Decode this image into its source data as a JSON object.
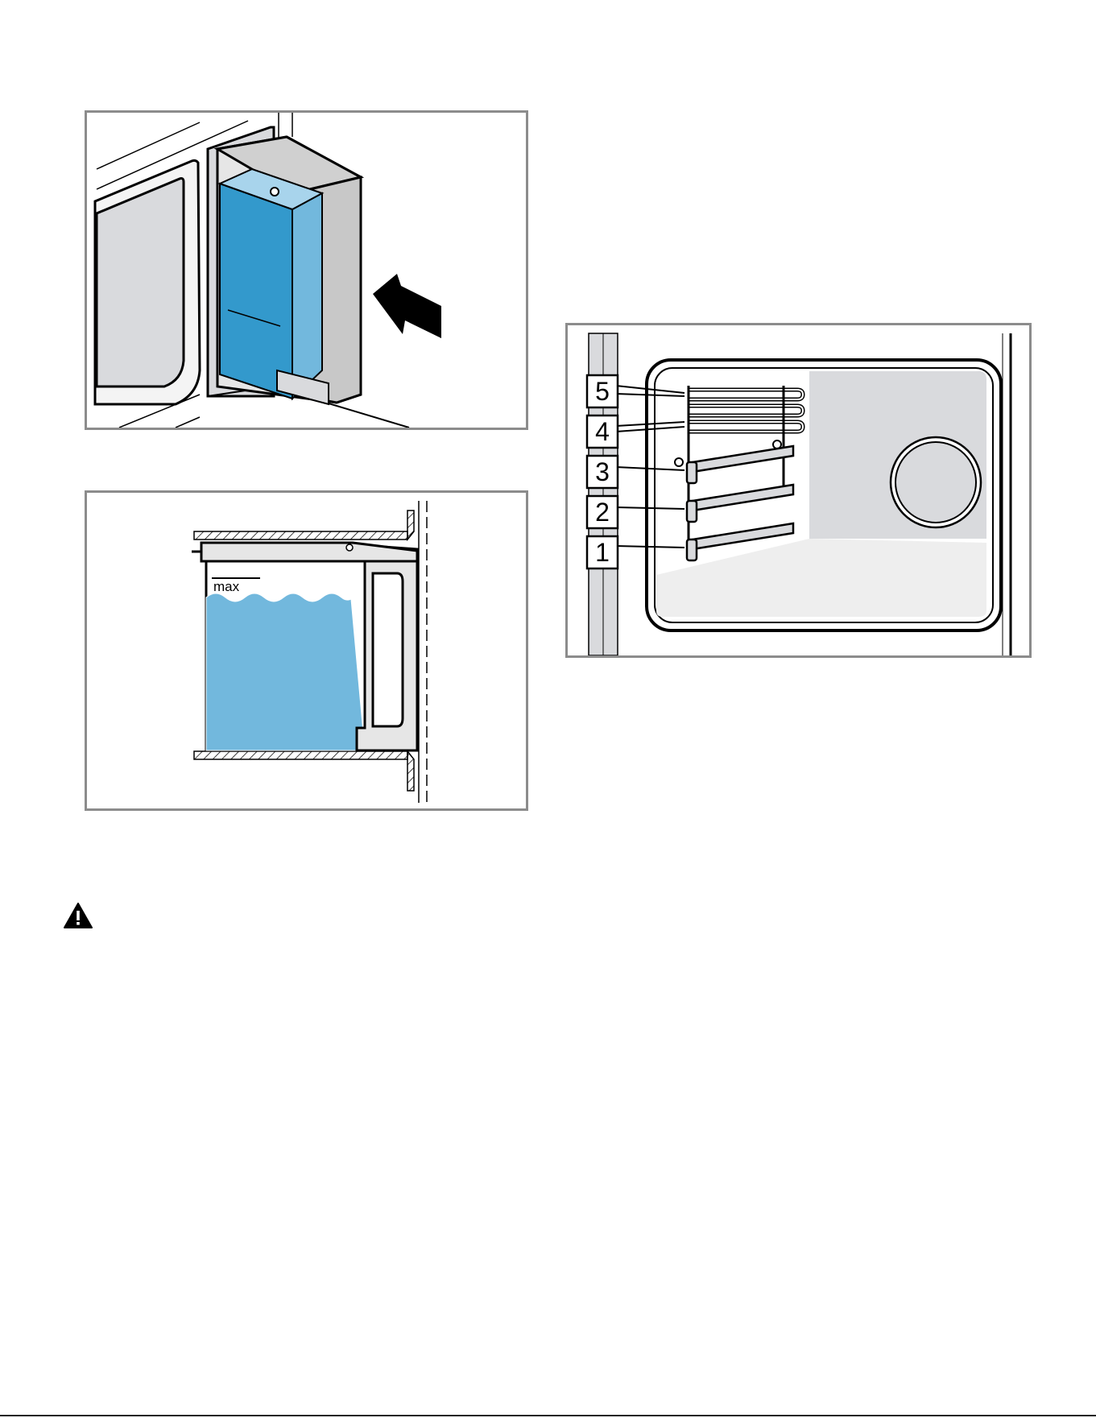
{
  "figures": {
    "tank_insert": {
      "icon": "tank-insert-arrow"
    },
    "tank_level": {
      "max_label": "max"
    },
    "rack_levels": {
      "levels": [
        "5",
        "4",
        "3",
        "2",
        "1"
      ]
    }
  },
  "warning": {
    "icon": "warning-triangle-icon"
  },
  "colors": {
    "water_dark": "#3399cc",
    "water_light": "#72b8dd",
    "frame_gray": "#8c8c8c",
    "panel_gray": "#d9dadd"
  }
}
